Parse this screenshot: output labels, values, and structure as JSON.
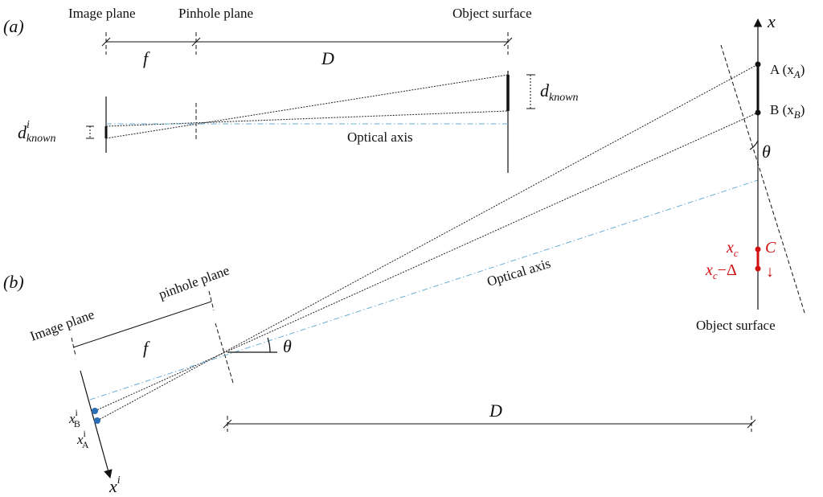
{
  "panel_a": {
    "tag": "(a)",
    "image_plane": "Image plane",
    "pinhole_plane": "Pinhole plane",
    "object_surface": "Object surface",
    "f": "f",
    "D": "D",
    "d_known": "d",
    "d_known_sub": "known",
    "d_i": "d",
    "d_i_sup": "i",
    "d_i_sub": "known",
    "optical_axis": "Optical axis"
  },
  "panel_b": {
    "tag": "(b)",
    "image_plane": "Image plane",
    "pinhole_plane": "pinhole plane",
    "object_surface": "Object surface",
    "f": "f",
    "D": "D",
    "theta_low": "θ",
    "theta_high": "θ",
    "optical_axis": "Optical axis",
    "x_axis": "x",
    "point_A": "A (x",
    "point_A_sub": "A",
    "point_B": "B (x",
    "point_B_sub": "B",
    "x_c": "x",
    "x_c_sub": "c",
    "x_c_minus": "x",
    "x_c_minus_sub": "c",
    "x_c_minus_tail": "−Δ",
    "point_C": "C",
    "down_arrow": "↓",
    "xB_i": "x",
    "xB_i_sup": "i",
    "xB_i_sub": "B",
    "xA_i": "x",
    "xA_i_sup": "i",
    "xA_i_sub": "A",
    "x_i_axis": "x",
    "x_i_axis_sup": "i"
  },
  "colors": {
    "ink": "#111111",
    "optical_axis": "#6aaed6",
    "highlight": "#d01010",
    "image_points": "#2a6fb5"
  }
}
